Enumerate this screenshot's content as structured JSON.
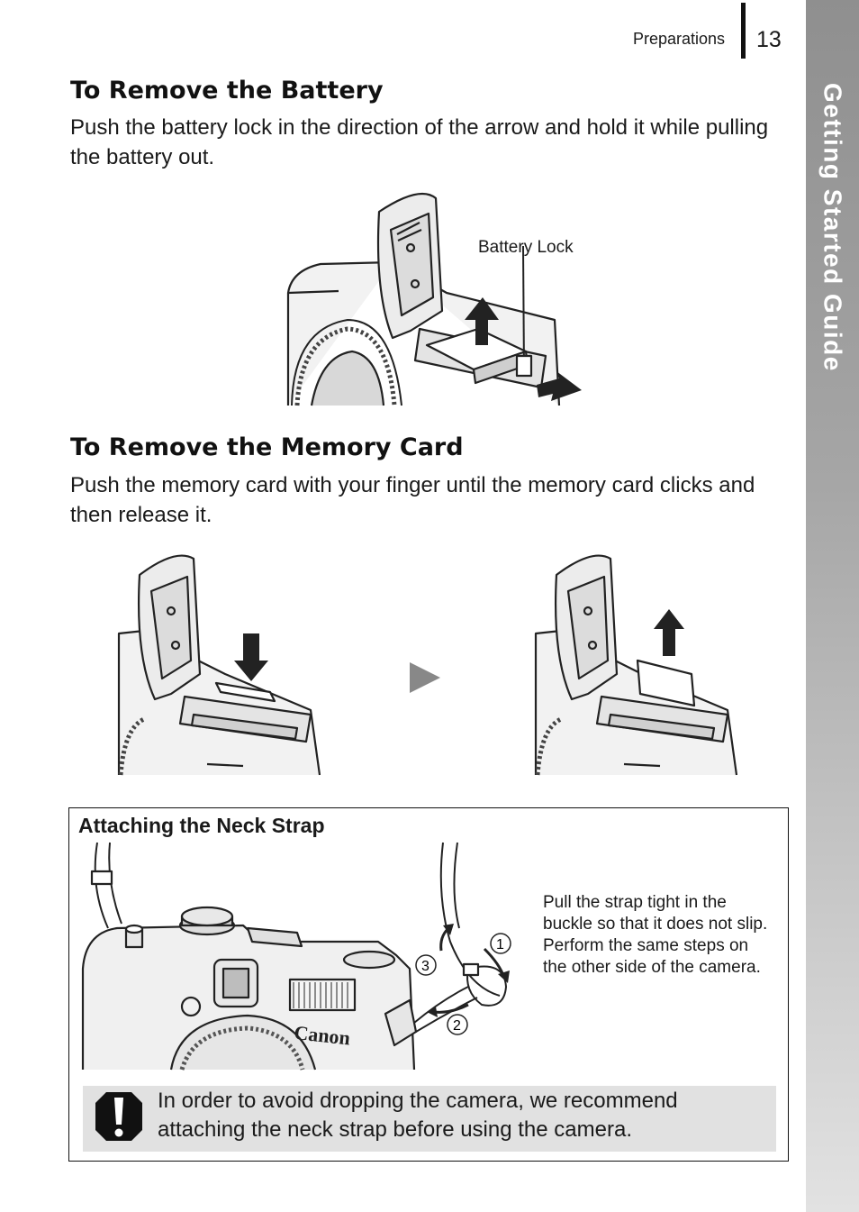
{
  "header": {
    "section": "Preparations",
    "page_number": "13"
  },
  "side_tab": {
    "label": "Getting Started Guide"
  },
  "battery": {
    "heading": "To Remove the Battery",
    "instruction": "Push the battery lock in the direction of the arrow and hold it while pulling the battery out.",
    "callout": "Battery Lock"
  },
  "memory_card": {
    "heading": "To Remove the Memory Card",
    "instruction": "Push the memory card with your finger until the memory card clicks and then release it."
  },
  "neck_strap": {
    "title": "Attaching the Neck Strap",
    "description": "Pull the strap tight in the buckle so that it does not slip. Perform the same steps on the other side of the camera.",
    "steps": [
      "1",
      "2",
      "3"
    ],
    "brand_mark": "Canon",
    "caution": "In order to avoid dropping the camera, we recommend attaching the neck strap before using the camera."
  },
  "icons": {
    "next": "play-triangle-icon",
    "caution": "exclamation-icon"
  },
  "colors": {
    "side_tab": "#a6a6a6",
    "caution_bg": "#e1e1e1",
    "ink": "#1a1a1a"
  }
}
